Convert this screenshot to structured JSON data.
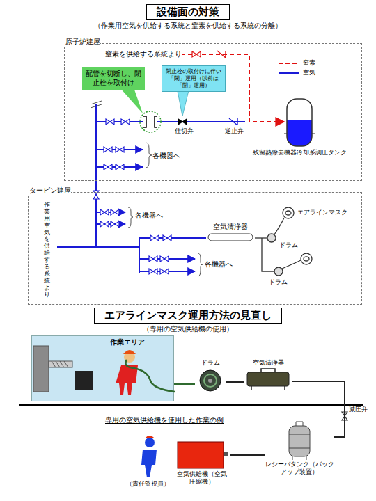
{
  "diagram": {
    "nodes": [
      {
        "text": [
          "設備面の対策",
          "（作業用空気を供給する系統と窒素を供給する系統の分離）"
        ]
      },
      {
        "text": [
          "原子炉建屋"
        ]
      },
      {
        "text": [
          "配管を切断し、閉止栓を取付け"
        ],
        "in": 1
      },
      {
        "text": [
          "閉止栓の取付けに伴い「閉」運用（以前は「開」運用）"
        ],
        "in": 1
      },
      {
        "text": [
          "残留熱除去機器冷却系調圧タンク"
        ],
        "in": 1
      },
      {
        "text": [
          "タービン建屋"
        ]
      },
      {
        "text": [
          "空気清浄器"
        ],
        "in": 5
      },
      {
        "text": [
          "エアラインマスク運用方法の見直し",
          "（専用の空気供給機の使用）"
        ]
      },
      {
        "text": [
          "作業エリア"
        ]
      },
      {
        "text": [
          "ドラム"
        ]
      },
      {
        "text": [
          "空気清浄器"
        ]
      },
      {
        "text": [
          "レシーバタンク（バックアップ装置）"
        ]
      },
      {
        "text": [
          "空気供給機（空気圧縮機）"
        ]
      }
    ],
    "edges": [
      {
        "from": 12,
        "to": 11,
        "arrow": "none"
      },
      {
        "from": 11,
        "to": 10,
        "arrow": "none"
      },
      {
        "from": 10,
        "to": 9,
        "arrow": "none"
      },
      {
        "from": 9,
        "to": 8,
        "arrow": "none"
      }
    ],
    "labels": [
      "窒素を供給する系統より",
      "各機器へ",
      "仕切弁",
      "逆止弁",
      "作業用空気を供給する系統より",
      "各機器へ",
      "各機器へ",
      "エアラインマスク",
      "ドラム",
      "ドラム",
      "専用の空気供給機を使用した作業の例",
      "減圧弁",
      "（責任監視員）"
    ],
    "legend": [
      {
        "text": "窒素"
      },
      {
        "text": "空気"
      }
    ]
  }
}
